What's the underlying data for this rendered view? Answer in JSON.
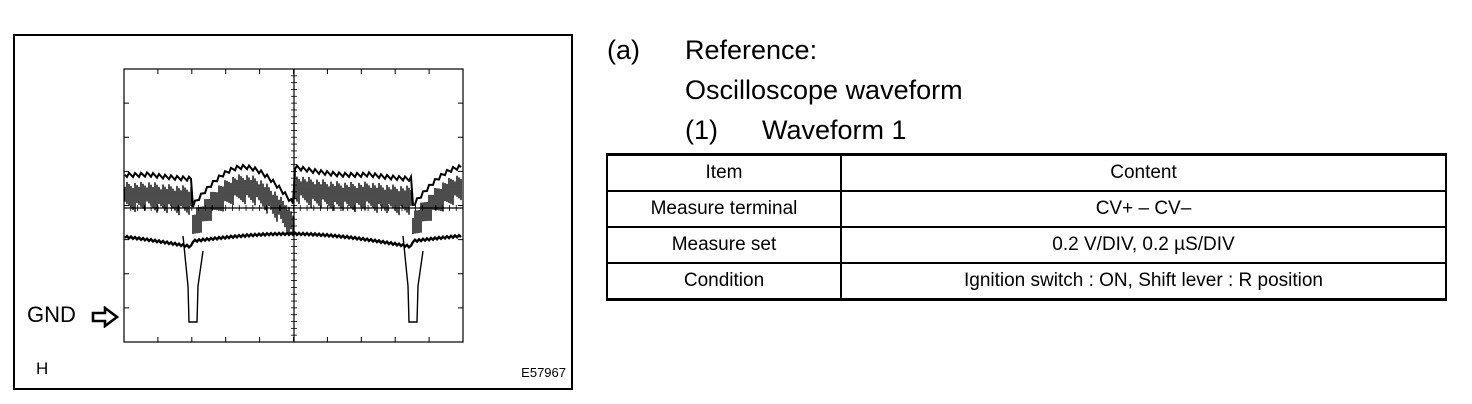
{
  "scope": {
    "gnd_label": "GND",
    "range_label": "H",
    "figure_code": "E57967",
    "gnd_arrow_icon": "right-arrow-icon"
  },
  "reference": {
    "item_number": "(a)",
    "heading": "Reference:",
    "subheading": "Oscilloscope waveform",
    "sub_number": "(1)",
    "sub_title": "Waveform 1"
  },
  "table": {
    "headers": [
      "Item",
      "Content"
    ],
    "rows": [
      [
        "Measure terminal",
        "CV+ – CV–"
      ],
      [
        "Measure set",
        "0.2 V/DIV, 0.2 µS/DIV"
      ],
      [
        "Condition",
        "Ignition switch : ON, Shift lever : R position"
      ]
    ]
  }
}
